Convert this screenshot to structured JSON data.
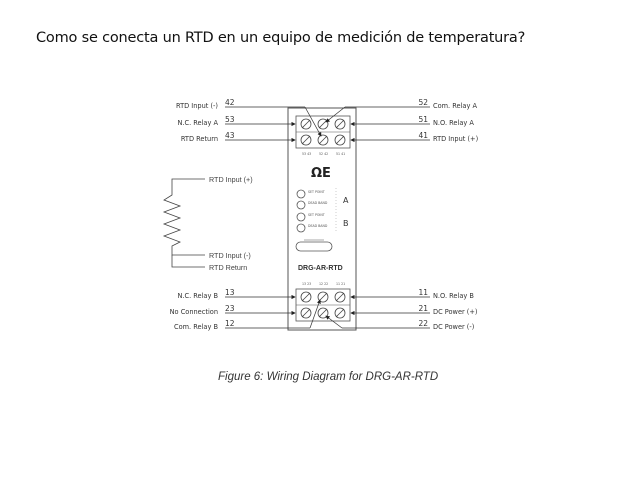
{
  "slide": {
    "title": "Como se conecta un RTD en un equipo de medición de temperatura?"
  },
  "diagram": {
    "caption": "Figure 6: Wiring Diagram for DRG-AR-RTD",
    "model_label": "DRG-AR-RTD",
    "logo": "omega-logo",
    "relay_labels": [
      "A",
      "B"
    ],
    "indicator_leds": [
      {
        "label": "SET POINT"
      },
      {
        "label": "DEAD BAND"
      },
      {
        "label": "SET POINT"
      },
      {
        "label": "DEAD BAND"
      }
    ],
    "top_terminal_ids": [
      "53 43",
      "52 42",
      "51 41"
    ],
    "bottom_terminal_ids": [
      "13 23",
      "12 22",
      "11 21"
    ],
    "left_top_terminals": [
      {
        "name": "RTD Input (-)",
        "number": "42"
      },
      {
        "name": "N.C. Relay A",
        "number": "53"
      },
      {
        "name": "RTD Return",
        "number": "43"
      }
    ],
    "right_top_terminals": [
      {
        "name": "Com. Relay A",
        "number": "52"
      },
      {
        "name": "N.O. Relay A",
        "number": "51"
      },
      {
        "name": "RTD Input (+)",
        "number": "41"
      }
    ],
    "left_bottom_terminals": [
      {
        "name": "N.C. Relay B",
        "number": "13"
      },
      {
        "name": "No Connection",
        "number": "23"
      },
      {
        "name": "Com. Relay B",
        "number": "12"
      }
    ],
    "right_bottom_terminals": [
      {
        "name": "N.O. Relay B",
        "number": "11"
      },
      {
        "name": "DC Power (+)",
        "number": "21"
      },
      {
        "name": "DC Power (-)",
        "number": "22"
      }
    ],
    "rtd_sensor_leads": [
      {
        "name": "RTD Input (+)"
      },
      {
        "name": "RTD Input (-)"
      },
      {
        "name": "RTD Return"
      }
    ]
  }
}
